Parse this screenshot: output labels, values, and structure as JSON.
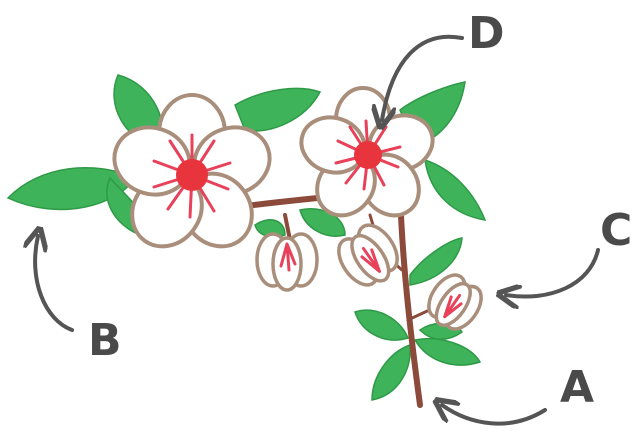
{
  "labels": {
    "a": "A",
    "b": "B",
    "c": "C",
    "d": "D"
  },
  "colors": {
    "leaf": "#3fb35a",
    "leaf_dark": "#2e9a47",
    "stem": "#8b4a3a",
    "petal_outline": "#a98f7b",
    "flower_center": "#e8343c",
    "stamen": "#e8415a",
    "arrow": "#555555",
    "label": "#4a4a4a"
  }
}
